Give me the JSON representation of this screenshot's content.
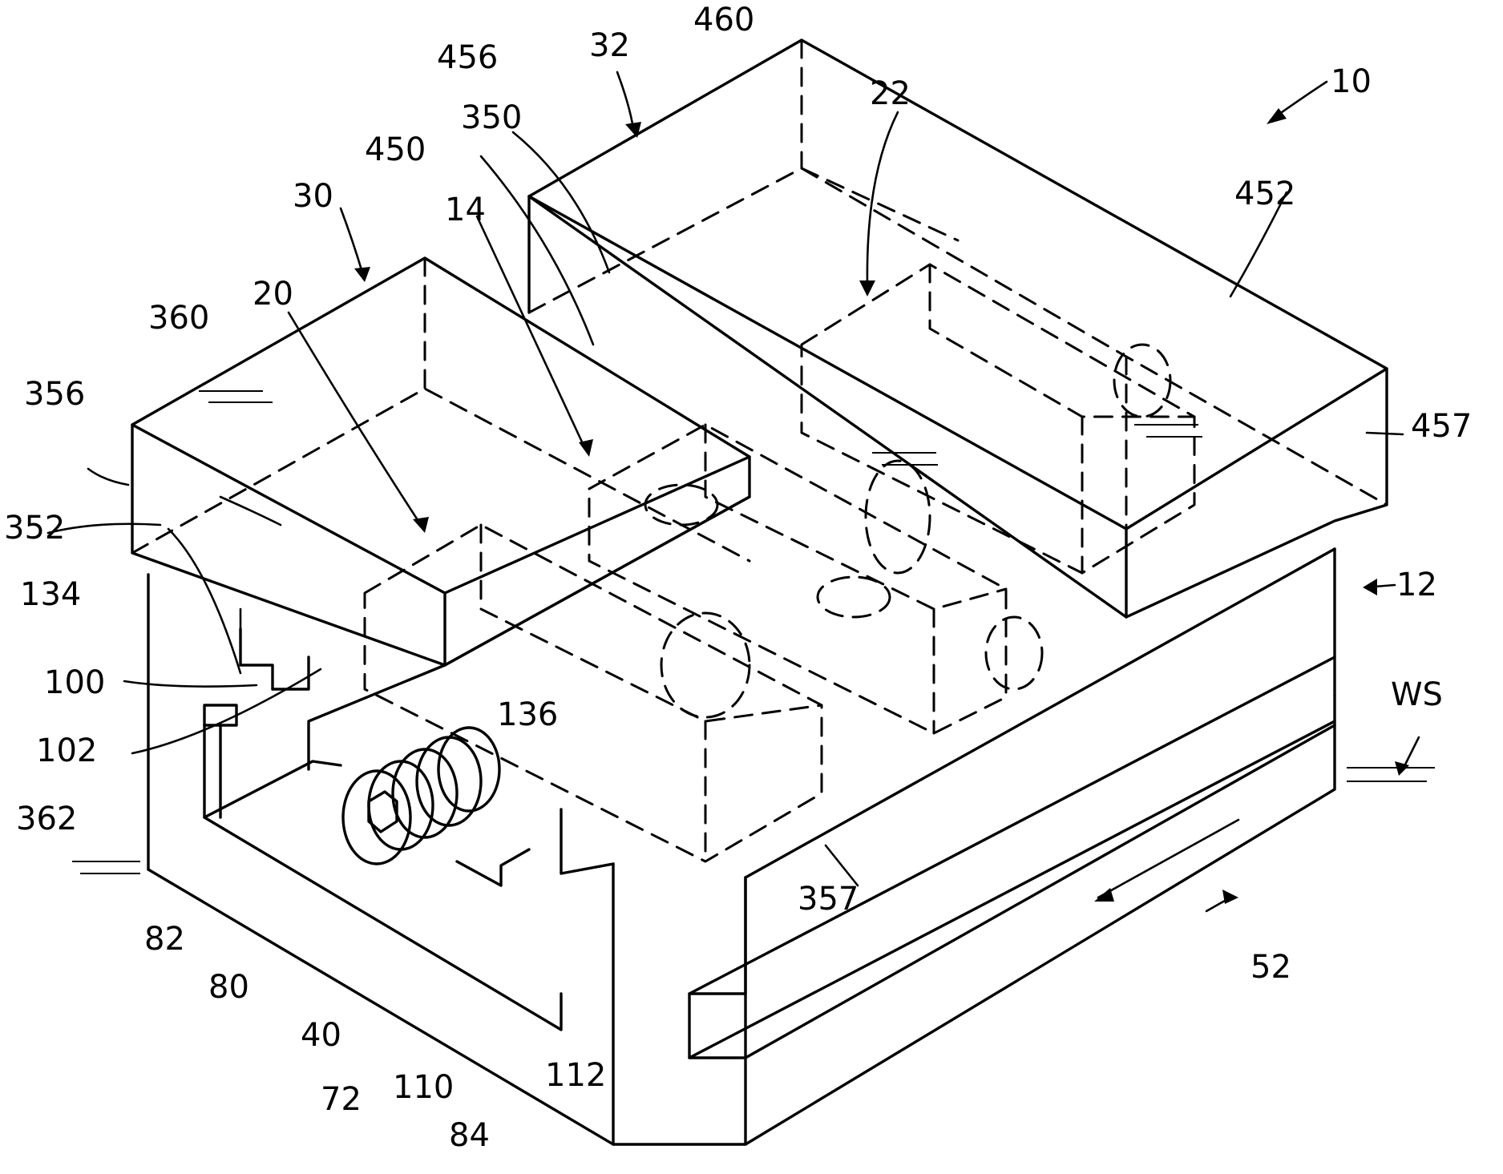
{
  "labels": {
    "l10": "10",
    "l12": "12",
    "l14": "14",
    "l20": "20",
    "l22": "22",
    "l30": "30",
    "l32": "32",
    "l40": "40",
    "l52": "52",
    "l72": "72",
    "l80": "80",
    "l82": "82",
    "l84": "84",
    "l100": "100",
    "l102": "102",
    "l110": "110",
    "l112": "112",
    "l134": "134",
    "l136": "136",
    "l350": "350",
    "l352": "352",
    "l356": "356",
    "l357": "357",
    "l360": "360",
    "l362": "362",
    "l450": "450",
    "l452": "452",
    "l456": "456",
    "l457": "457",
    "l460": "460",
    "lws": "WS"
  }
}
